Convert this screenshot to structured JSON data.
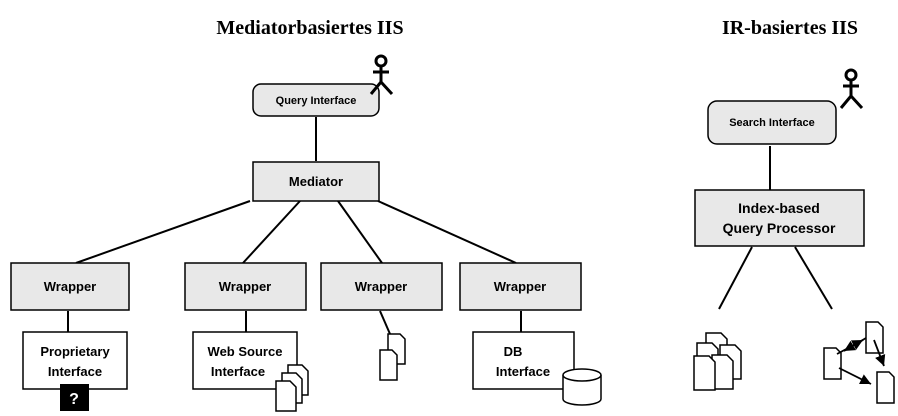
{
  "titles": {
    "left": "Mediatorbasiertes IIS",
    "right": "IR-basiertes IIS"
  },
  "mediator_side": {
    "query_interface": "Query Interface",
    "mediator": "Mediator",
    "wrappers": [
      "Wrapper",
      "Wrapper",
      "Wrapper",
      "Wrapper"
    ],
    "sources": {
      "proprietary_line1": "Proprietary",
      "proprietary_line2": "Interface",
      "proprietary_badge": "?",
      "web_line1": "Web Source",
      "web_line2": "Interface",
      "db_line1": "DB",
      "db_line2": "Interface"
    }
  },
  "ir_side": {
    "search_interface": "Search Interface",
    "processor_line1": "Index-based",
    "processor_line2": "Query Processor"
  },
  "icons": [
    "actor-icon",
    "document-stack-icon",
    "database-icon",
    "linked-documents-icon",
    "question-badge-icon"
  ]
}
